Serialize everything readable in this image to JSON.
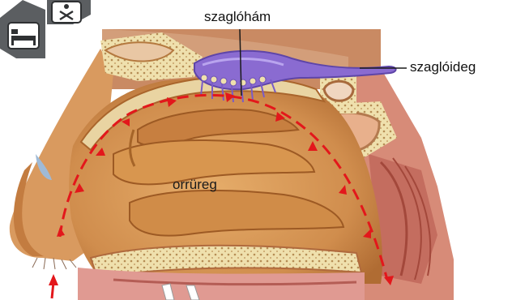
{
  "labels": {
    "olfactory_epithelium": "szaglóhám",
    "olfactory_nerve": "szaglóideg",
    "nasal_cavity": "orrüreg"
  },
  "icons": [
    "bed-icon",
    "seatbelt-icon"
  ],
  "colors": {
    "tissue": "#d7964f",
    "tissue_dark": "#a9652c",
    "bone": "#efe3b6",
    "membrane_pink": "#d98a86",
    "nerve_purple": "#8a6bd1",
    "airflow_arrow": "#e3171b",
    "icon_fill": "#5b5e61"
  }
}
